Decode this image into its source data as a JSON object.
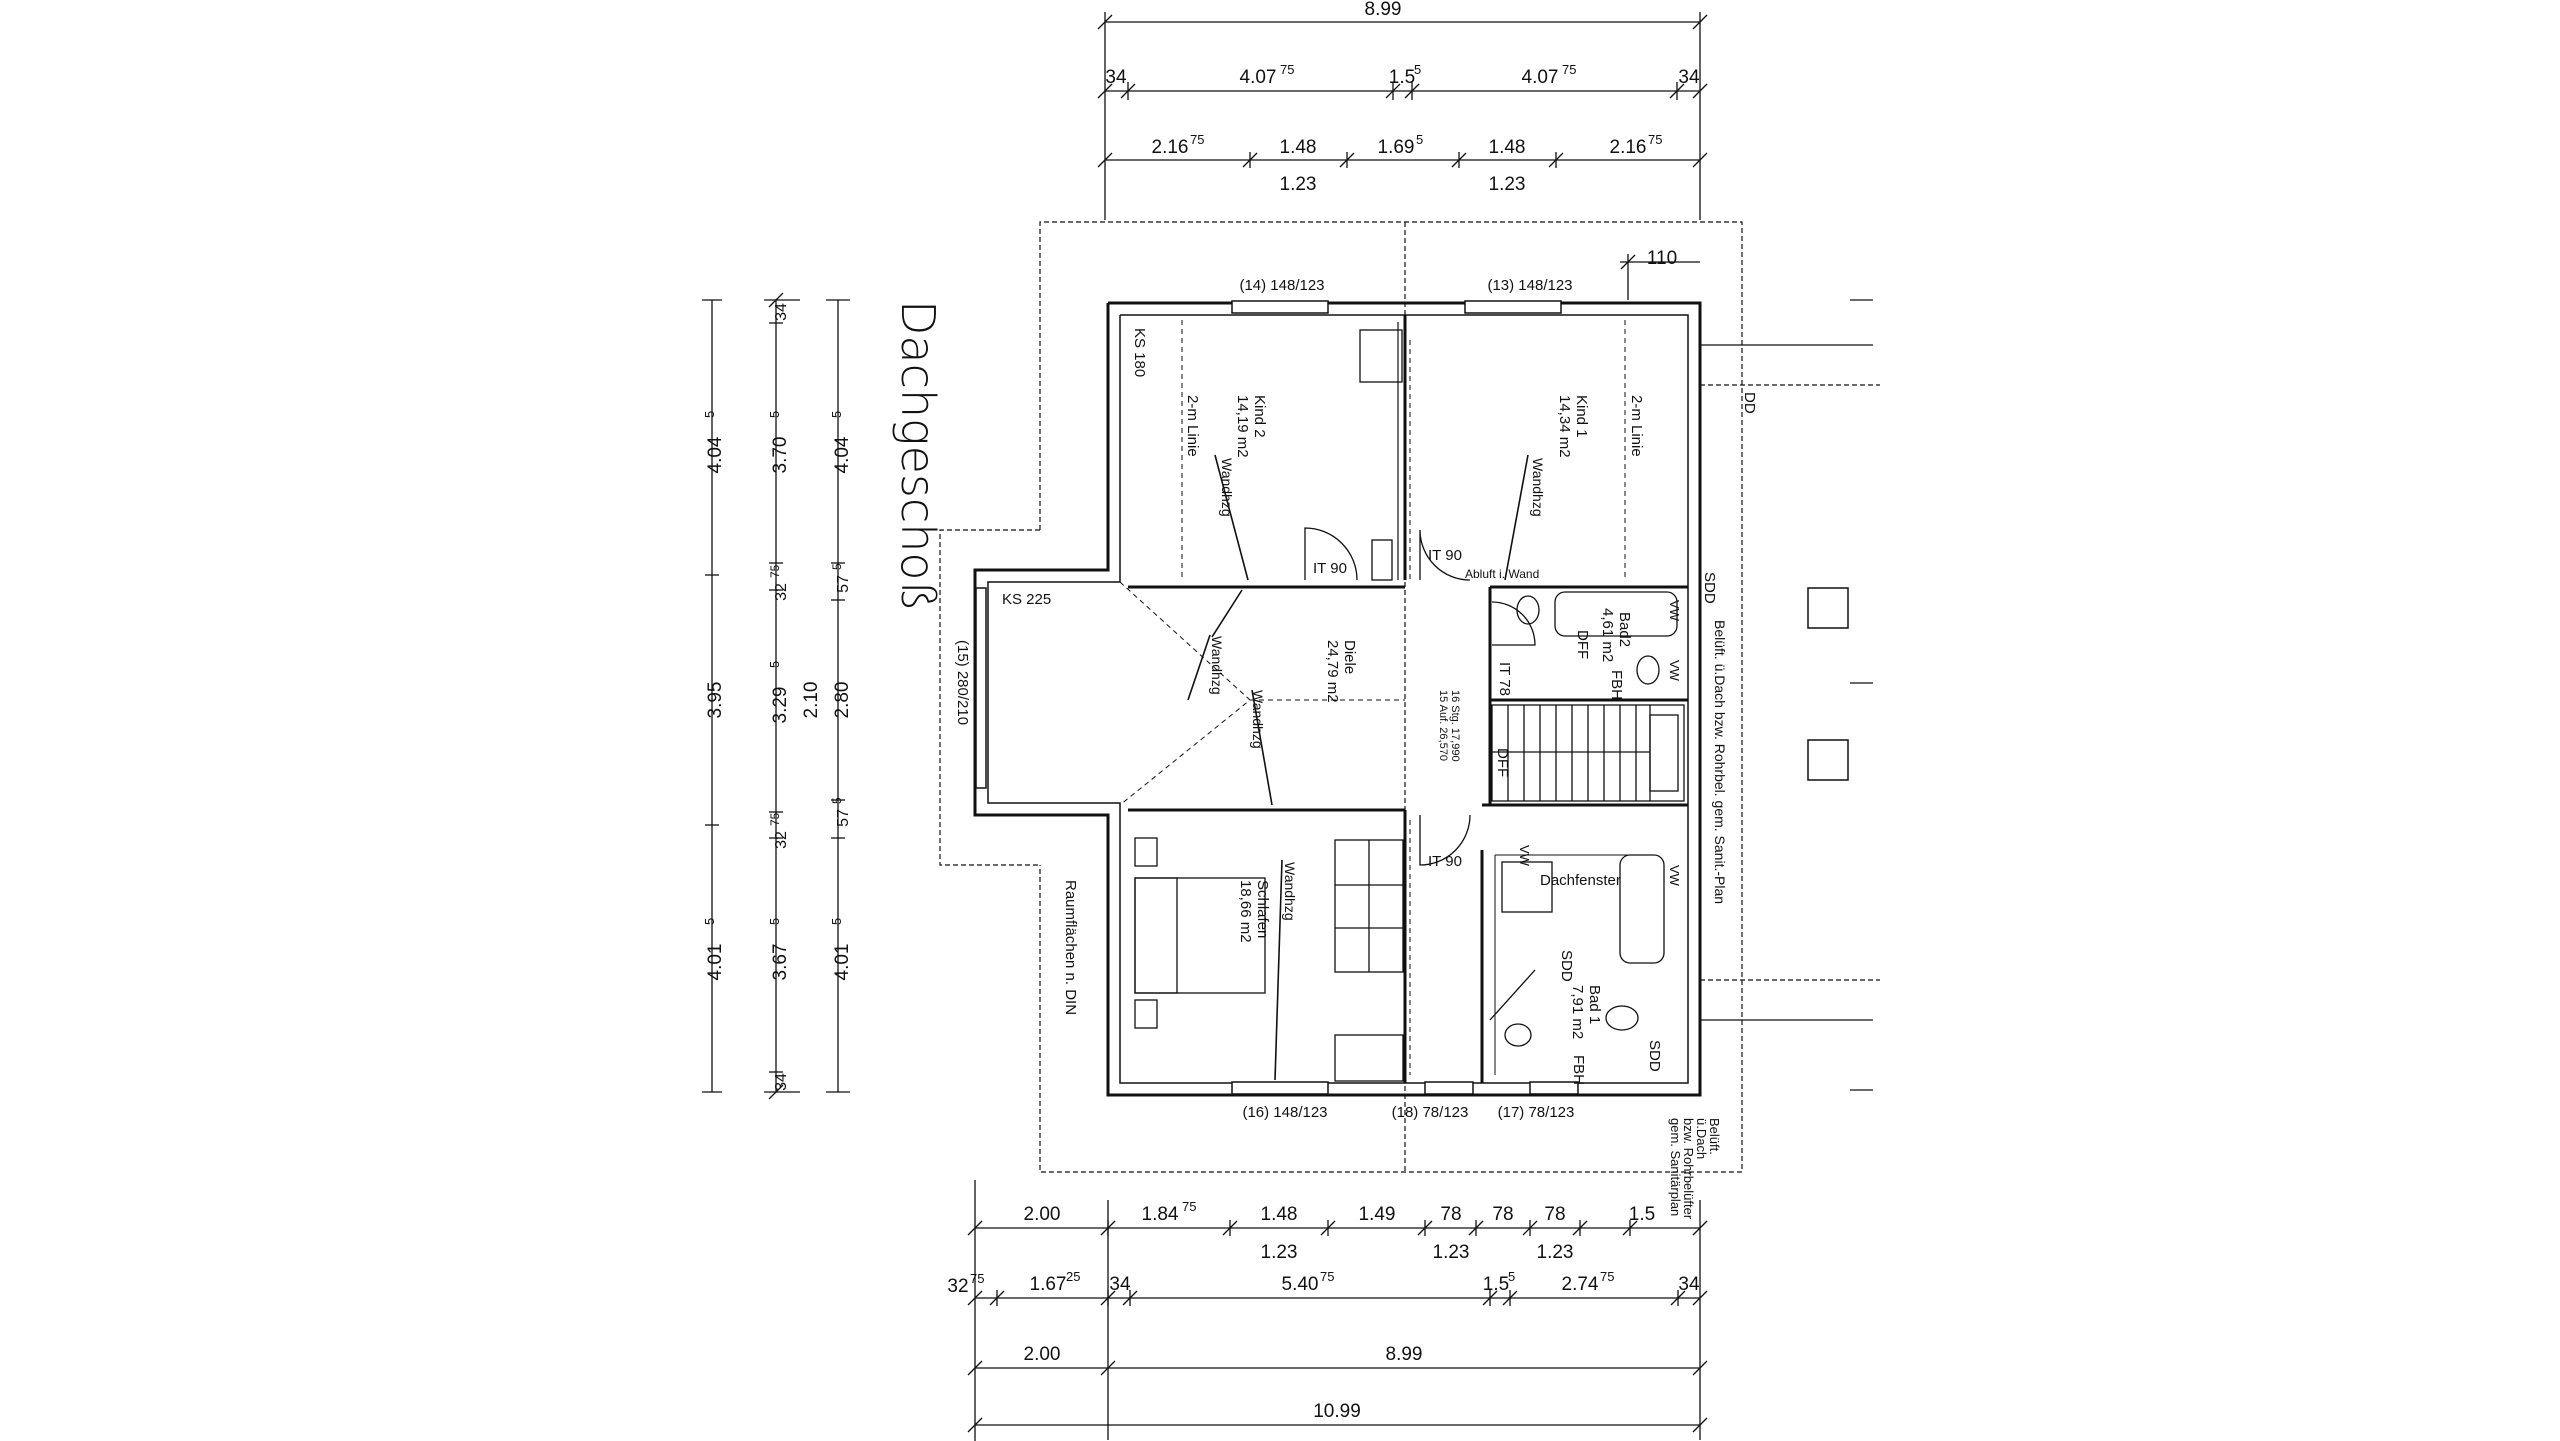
{
  "title": "Dachgeschoß",
  "side_note": "Raumflächen n. DIN",
  "rooms": [
    {
      "name": "Kind 2",
      "area": "14,19 m2"
    },
    {
      "name": "Kind 1",
      "area": "14,34 m2"
    },
    {
      "name": "Diele",
      "area": "24,79 m2"
    },
    {
      "name": "Schlafen",
      "area": "18,66 m2"
    },
    {
      "name": "Bad2",
      "area": "4,61 m2"
    },
    {
      "name": "Bad 1",
      "area": "7,91 m2"
    }
  ],
  "labels": {
    "ks180": "KS 180",
    "ks225": "KS 225",
    "linie_k2": "2-m Linie",
    "linie_k1": "2-m Linie",
    "wandhzg": "Wandhzg",
    "it90": "IT 90",
    "it78": "IT 78",
    "abluft": "Abluft i. Wand",
    "fbh": "FBH",
    "dff": "DFF",
    "sdd": "SDD",
    "dachfenster": "Dachfenster",
    "stairs_1": "16 Stg. 17,990",
    "stairs_2": "15 Auf. 26,570",
    "dd": "DD",
    "vw": "VW",
    "beluft_1": "Belüft. ü.Dach bzw. Rohrbel. gem. Sanit.-Plan",
    "beluft_2a": "Belüft.",
    "beluft_2b": "ü.Dach",
    "beluft_2c": "bzw. Rohrbelüfter",
    "beluft_2d": "gem. Sanitärplan"
  },
  "windows": {
    "w14": "(14)  148/123",
    "w13": "(13)  148/123",
    "w15": "(15)  280/210",
    "w16": "(16)  148/123",
    "w18": "(18)  78/123",
    "w17": "(17)  78/123"
  },
  "dims": {
    "top_total": "8.99",
    "top_row2": [
      "34",
      "4.07",
      "75",
      "1.5",
      "5",
      "4.07",
      "75",
      "34"
    ],
    "top_row3": [
      "2.16",
      "75",
      "1.48",
      "1.69",
      "5",
      "1.48",
      "2.16",
      "75"
    ],
    "top_row3_sub": [
      "1.23",
      "1.23"
    ],
    "right_110": "110",
    "left_outer": [
      "4.04",
      "5",
      "3.95",
      "4.01",
      "5"
    ],
    "left_mid": [
      "34",
      "3.70",
      "5",
      "32",
      "75",
      "3.29",
      "5",
      "32",
      "75",
      "3.67",
      "5",
      "34"
    ],
    "left_inner": [
      "4.04",
      "5",
      "57",
      "5",
      "2.10",
      "2.80",
      "57",
      "5",
      "4.01",
      "5"
    ],
    "bottom_row1": [
      "2.00",
      "1.84",
      "75",
      "1.48",
      "1.49",
      "78",
      "78",
      "78",
      "1.5"
    ],
    "bottom_row1_sub": [
      "1.23",
      "1.23",
      "1.23"
    ],
    "bottom_row2": [
      "32",
      "75",
      "1.67",
      "25",
      "34",
      "5.40",
      "75",
      "1.5",
      "5",
      "2.74",
      "75",
      "34"
    ],
    "bottom_row3": [
      "2.00",
      "8.99"
    ],
    "bottom_total": "10.99"
  }
}
